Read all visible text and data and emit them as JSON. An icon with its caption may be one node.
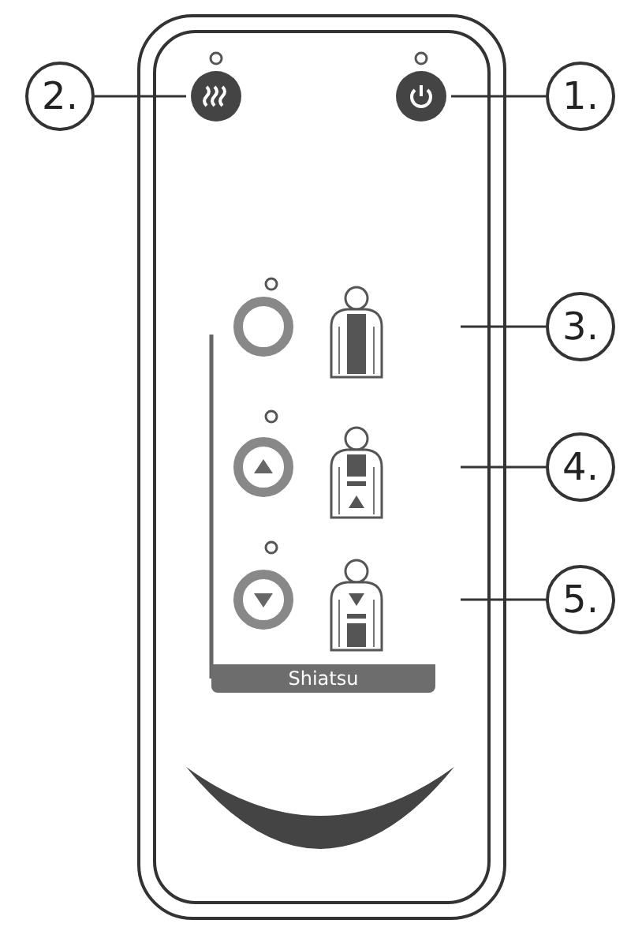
{
  "diagram": {
    "nodes": [
      {
        "text": [
          "2."
        ]
      },
      {
        "text": [
          "1."
        ]
      },
      {
        "text": [
          "3."
        ]
      },
      {
        "text": [
          "4."
        ]
      },
      {
        "text": [
          "5."
        ]
      },
      {
        "text": [],
        "shape": "circle"
      },
      {
        "text": [],
        "shape": "circle"
      }
    ],
    "edges": [
      {
        "from": 0,
        "to": 5,
        "arrow": "none"
      },
      {
        "from": 1,
        "to": 6,
        "arrow": "none"
      },
      {
        "from": 2,
        "to": null,
        "arrow": "none"
      },
      {
        "from": 3,
        "to": null,
        "arrow": "none"
      },
      {
        "from": 4,
        "to": null,
        "arrow": "none"
      }
    ],
    "labels": [
      "Shiatsu"
    ]
  }
}
